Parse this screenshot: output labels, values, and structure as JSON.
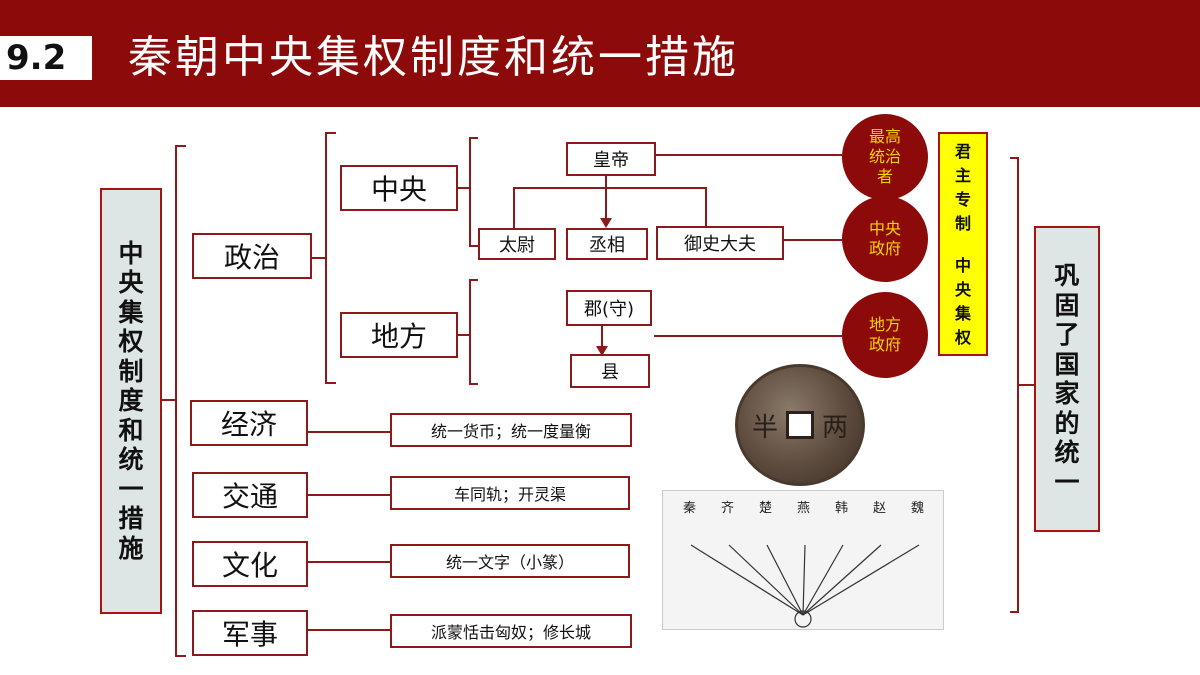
{
  "header": {
    "section_number": "9.2",
    "title": "秦朝中央集权制度和统一措施"
  },
  "left_label": [
    "中",
    "央",
    "集",
    "权",
    "制",
    "度",
    "和",
    "统",
    "一",
    "措",
    "施"
  ],
  "right_label": [
    "巩",
    "固",
    "了",
    "国",
    "家",
    "的",
    "统",
    "一"
  ],
  "categories": {
    "politics": "政治",
    "economy": "经济",
    "transport": "交通",
    "culture": "文化",
    "military": "军事"
  },
  "politics": {
    "central": "中央",
    "local": "地方",
    "emperor": "皇帝",
    "taiwei": "太尉",
    "chancellor": "丞相",
    "censor": "御史大夫",
    "commandery": "郡(守)",
    "county": "县"
  },
  "measures": {
    "economy": "统一货币；统一度量衡",
    "transport": "车同轨；开灵渠",
    "culture": "统一文字（小篆）",
    "military": "派蒙恬击匈奴；修长城"
  },
  "circles": {
    "supreme": [
      "最高",
      "统治",
      "者"
    ],
    "central_gov": [
      "中央",
      "政府"
    ],
    "local_gov": [
      "地方",
      "政府"
    ]
  },
  "autocracy": [
    "君",
    "主",
    "专",
    "制",
    "",
    "中",
    "央",
    "集",
    "权"
  ],
  "coin": {
    "left_glyph": "半",
    "right_glyph": "两"
  },
  "script_states": [
    "秦",
    "齐",
    "楚",
    "燕",
    "韩",
    "赵",
    "魏"
  ],
  "colors": {
    "header": "#8c0a0a",
    "box_border": "#8c1a1a",
    "circle_text": "#f2d200",
    "highlight": "#ffff00"
  }
}
